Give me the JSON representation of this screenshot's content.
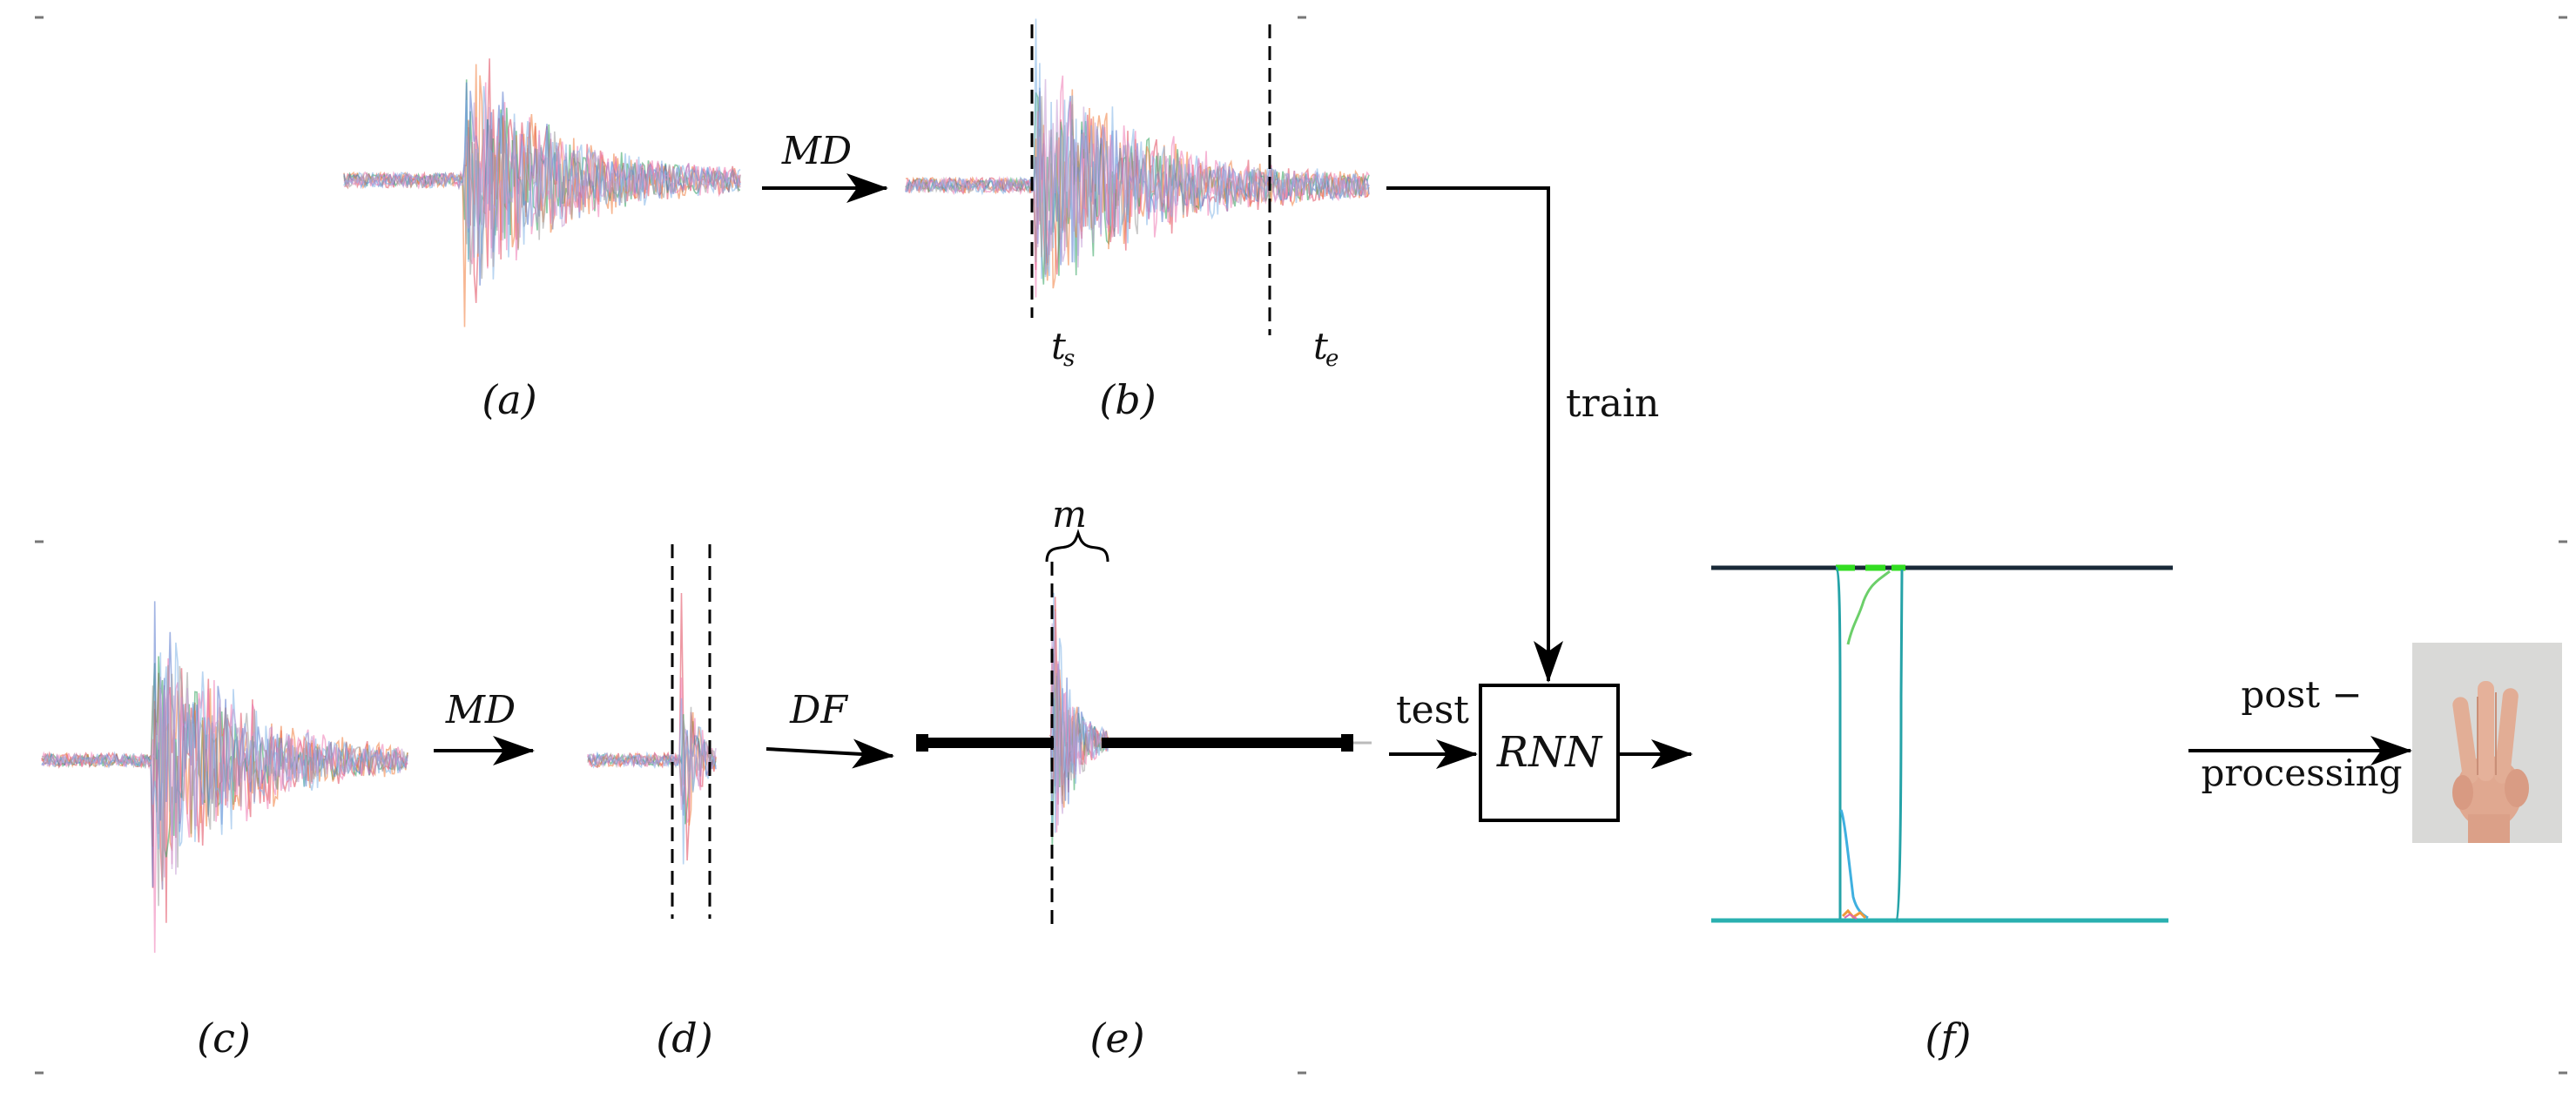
{
  "labels": {
    "a": "(a)",
    "b": "(b)",
    "c": "(c)",
    "d": "(d)",
    "e": "(e)",
    "f": "(f)"
  },
  "arrows": {
    "md_top": "MD",
    "md_bottom": "MD",
    "df": "DF",
    "train": "train",
    "test": "test",
    "post_line1": "post −",
    "post_line2": "processing"
  },
  "markers": {
    "ts": "t",
    "ts_sub": "s",
    "te": "t",
    "te_sub": "e",
    "m": "m"
  },
  "rnn_label": "RNN",
  "signal_colors": [
    "#e0455a",
    "#2ca05a",
    "#f07c3a",
    "#5577cc",
    "#ef79b3",
    "#9a9a9a",
    "#7fb3e6",
    "#c39bd3"
  ],
  "output_colors": {
    "top_line": "#1a2a38",
    "bottom_line": "#2ab0b0",
    "highlight": "#33dd22",
    "trace": "#26a3a8"
  },
  "hand_image": "photo of a hand showing three fingers"
}
